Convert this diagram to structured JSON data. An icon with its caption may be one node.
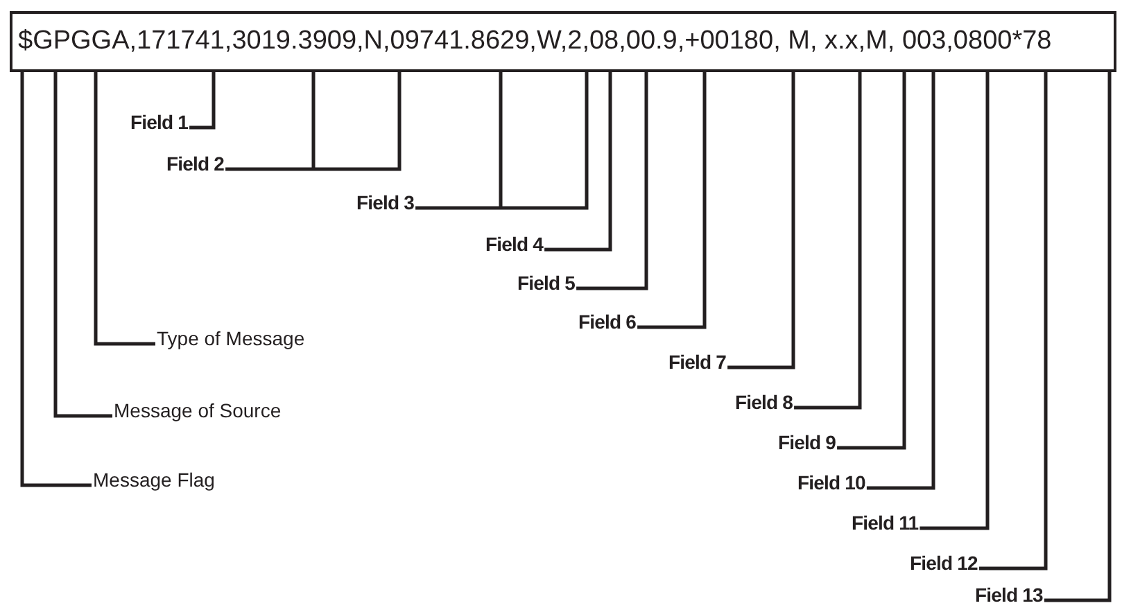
{
  "diagram": {
    "nodes": [
      {
        "text": [
          "$GPGGA,171741,3019.3909,N,09741.8629,W,2,08,00.9,+00180, M, x.x,M, 003,0800*78"
        ]
      },
      {
        "text": [
          "Field 1"
        ]
      },
      {
        "text": [
          "Field 2"
        ]
      },
      {
        "text": [
          "Field 3"
        ]
      },
      {
        "text": [
          "Field 4"
        ]
      },
      {
        "text": [
          "Field 5"
        ]
      },
      {
        "text": [
          "Field 6"
        ]
      },
      {
        "text": [
          "Field 7"
        ]
      },
      {
        "text": [
          "Field 8"
        ]
      },
      {
        "text": [
          "Field 9"
        ]
      },
      {
        "text": [
          "Field 10"
        ]
      },
      {
        "text": [
          "Field 11"
        ]
      },
      {
        "text": [
          "Field 12"
        ]
      },
      {
        "text": [
          "Field 13"
        ]
      },
      {
        "text": [
          "Type of Message"
        ]
      },
      {
        "text": [
          "Message of Source"
        ]
      },
      {
        "text": [
          "Message Flag"
        ]
      }
    ],
    "edges": [
      {
        "from": 1,
        "to": 0,
        "arrow": "none"
      },
      {
        "from": 2,
        "to": 0,
        "arrow": "none"
      },
      {
        "from": 3,
        "to": 0,
        "arrow": "none"
      },
      {
        "from": 4,
        "to": 0,
        "arrow": "none"
      },
      {
        "from": 5,
        "to": 0,
        "arrow": "none"
      },
      {
        "from": 6,
        "to": 0,
        "arrow": "none"
      },
      {
        "from": 7,
        "to": 0,
        "arrow": "none"
      },
      {
        "from": 8,
        "to": 0,
        "arrow": "none"
      },
      {
        "from": 9,
        "to": 0,
        "arrow": "none"
      },
      {
        "from": 10,
        "to": 0,
        "arrow": "none"
      },
      {
        "from": 11,
        "to": 0,
        "arrow": "none"
      },
      {
        "from": 12,
        "to": 0,
        "arrow": "none"
      },
      {
        "from": 13,
        "to": 0,
        "arrow": "none"
      },
      {
        "from": 14,
        "to": 0,
        "arrow": "none"
      },
      {
        "from": 15,
        "to": 0,
        "arrow": "none"
      },
      {
        "from": 16,
        "to": 0,
        "arrow": "none"
      }
    ]
  }
}
